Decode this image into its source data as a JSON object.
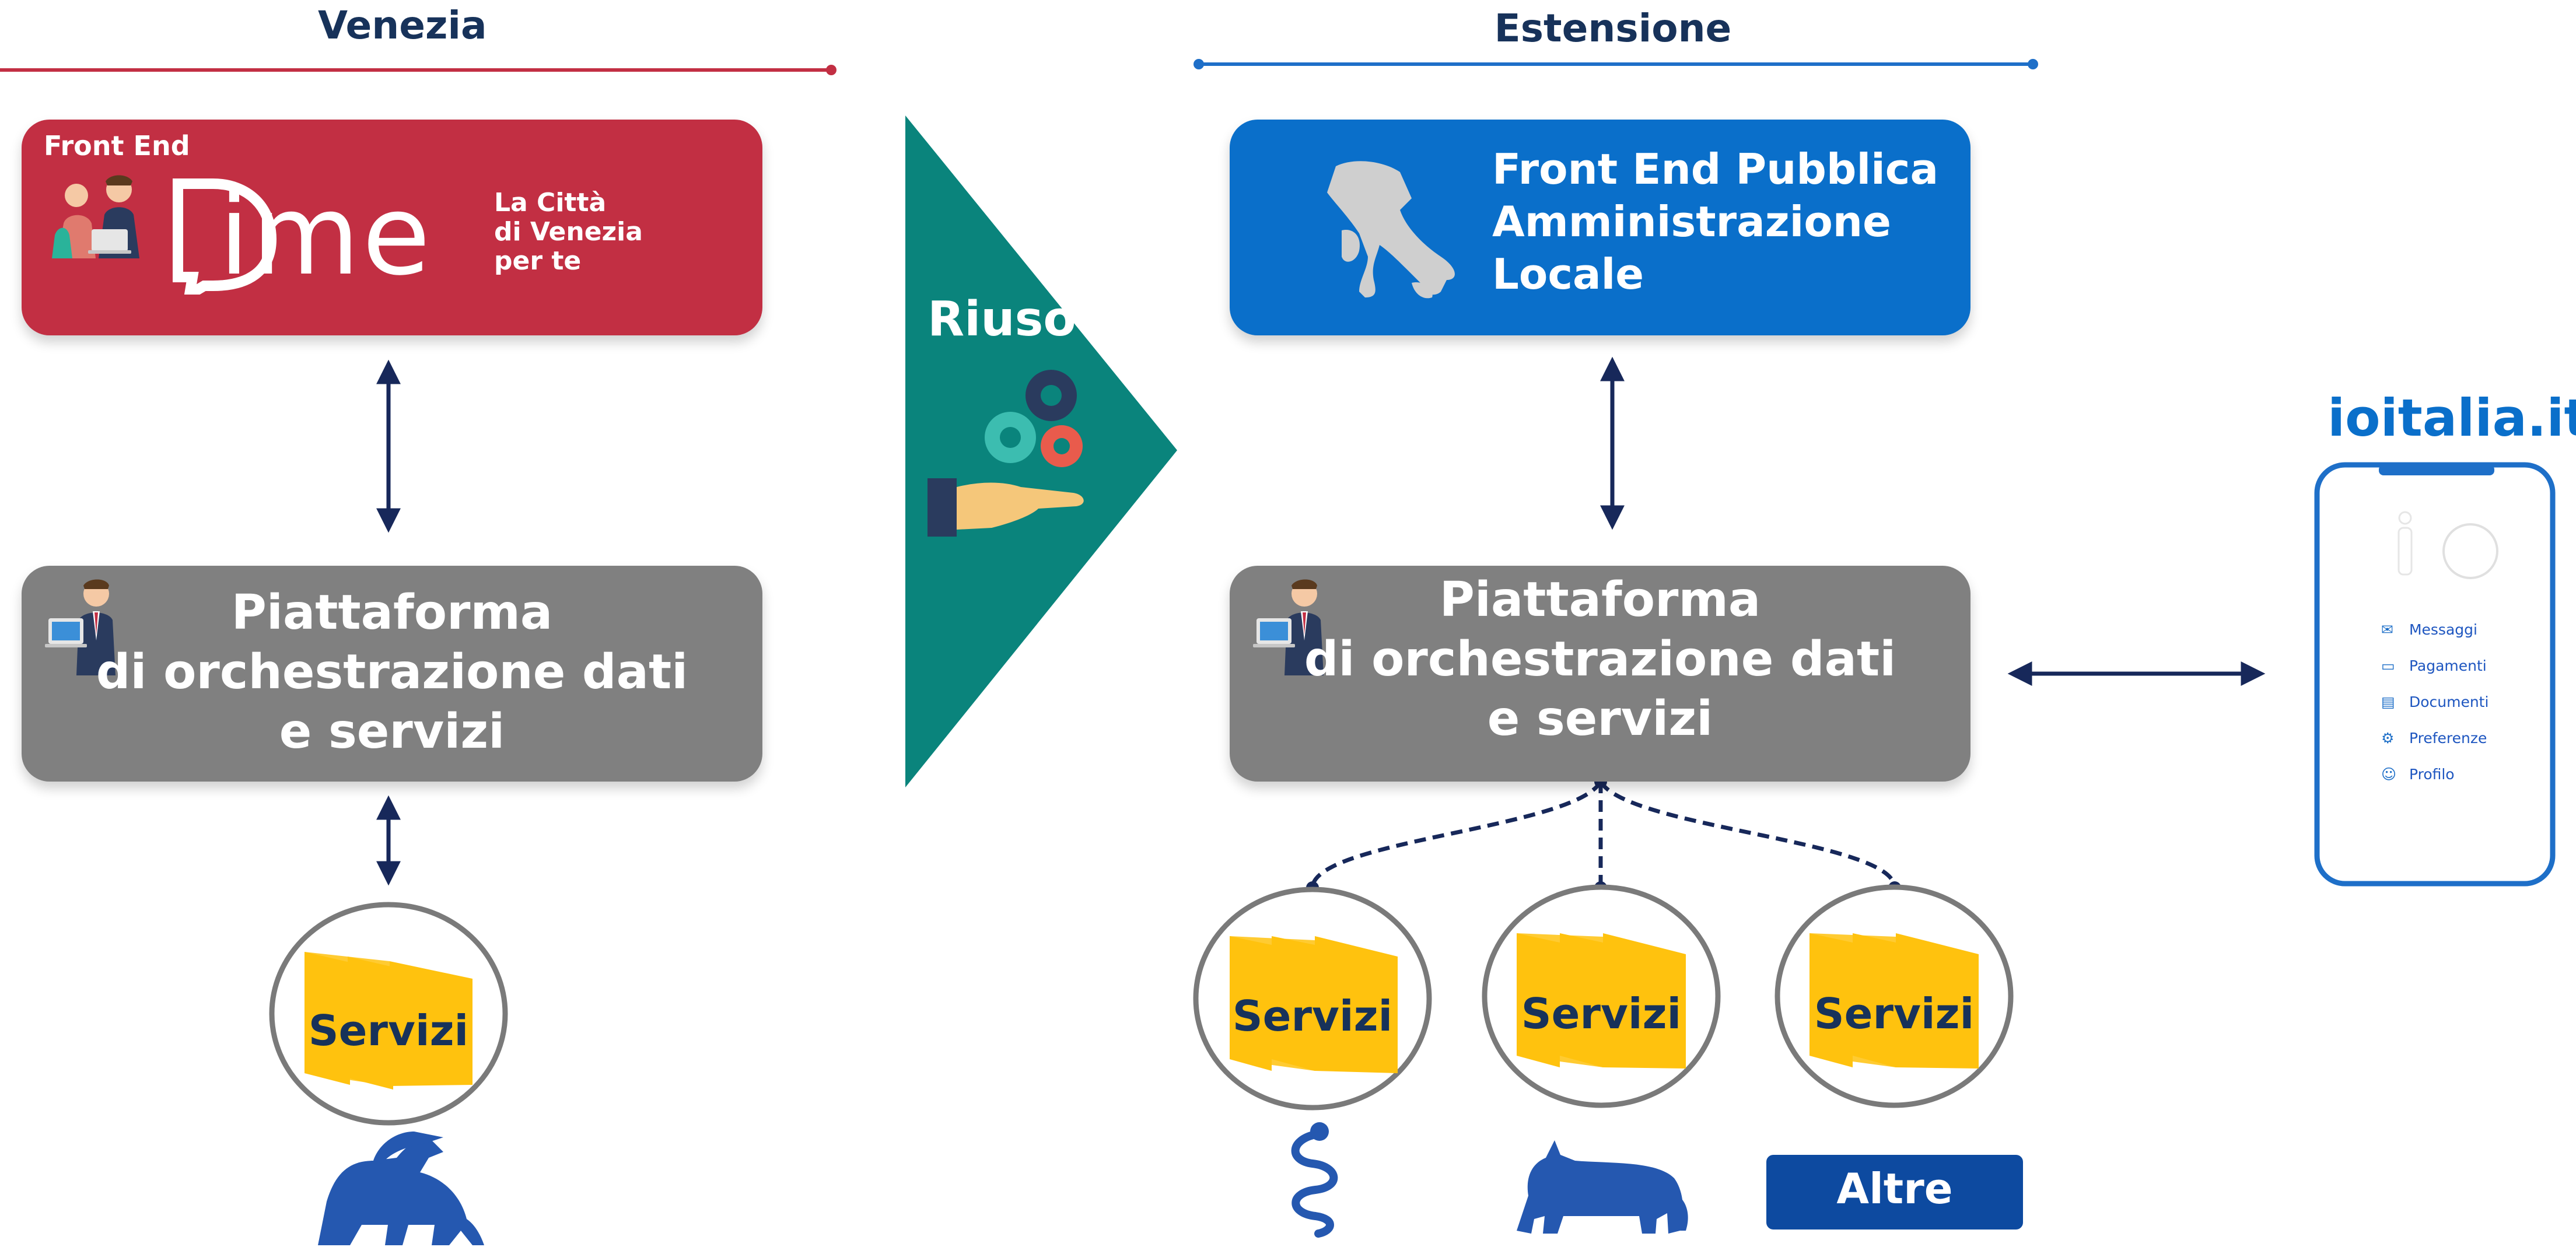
{
  "venezia": {
    "title": "Venezia",
    "frontend_label": "Front End",
    "dime_logo": "Dime",
    "tagline_1": "La Città",
    "tagline_2": "di Venezia",
    "tagline_3": "per te",
    "platform_1": "Piattaforma",
    "platform_2": "di orchestrazione dati",
    "platform_3": "e servizi",
    "servizi": "Servizi"
  },
  "riuso": {
    "label": "Riuso"
  },
  "estensione": {
    "title": "Estensione",
    "frontend_1": "Front End Pubblica",
    "frontend_2": "Amministrazione",
    "frontend_3": "Locale",
    "platform_1": "Piattaforma",
    "platform_2": "di orchestrazione dati",
    "platform_3": "e servizi",
    "servizi": [
      "Servizi",
      "Servizi",
      "Servizi"
    ],
    "altre": "Altre"
  },
  "ioitalia": {
    "title": "ioitalia.it",
    "menu": [
      {
        "icon": "messages-icon",
        "label": "Messaggi"
      },
      {
        "icon": "payments-icon",
        "label": "Pagamenti"
      },
      {
        "icon": "documents-icon",
        "label": "Documenti"
      },
      {
        "icon": "preferences-icon",
        "label": "Preferenze"
      },
      {
        "icon": "profile-icon",
        "label": "Profilo"
      }
    ]
  },
  "colors": {
    "venezia_accent": "#c22f43",
    "estensione_accent": "#0a6fca",
    "riuso_teal": "#0a847c",
    "platform_gray": "#808080",
    "servizi_yellow": "#ffc20e",
    "arrow_navy": "#17285a"
  }
}
